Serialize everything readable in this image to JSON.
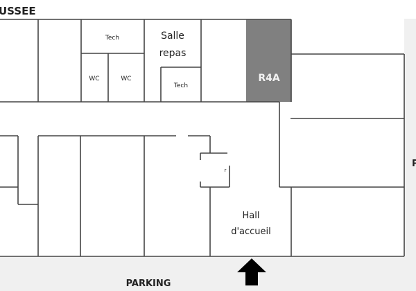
{
  "floor_title": "USSEE",
  "rooms": {
    "tech_top": "Tech",
    "wc_1": "WC",
    "wc_2": "WC",
    "salle_repas_line1": "Salle",
    "salle_repas_line2": "repas",
    "tech_small": "Tech",
    "r4a": "R4A",
    "small_room": "r",
    "hall_line1": "Hall",
    "hall_line2": "d'accueil"
  },
  "outside": {
    "parking": "PARKING",
    "right_label": "P"
  },
  "colors": {
    "highlight_room": "#808080",
    "outside_area": "#f0f0f0"
  }
}
